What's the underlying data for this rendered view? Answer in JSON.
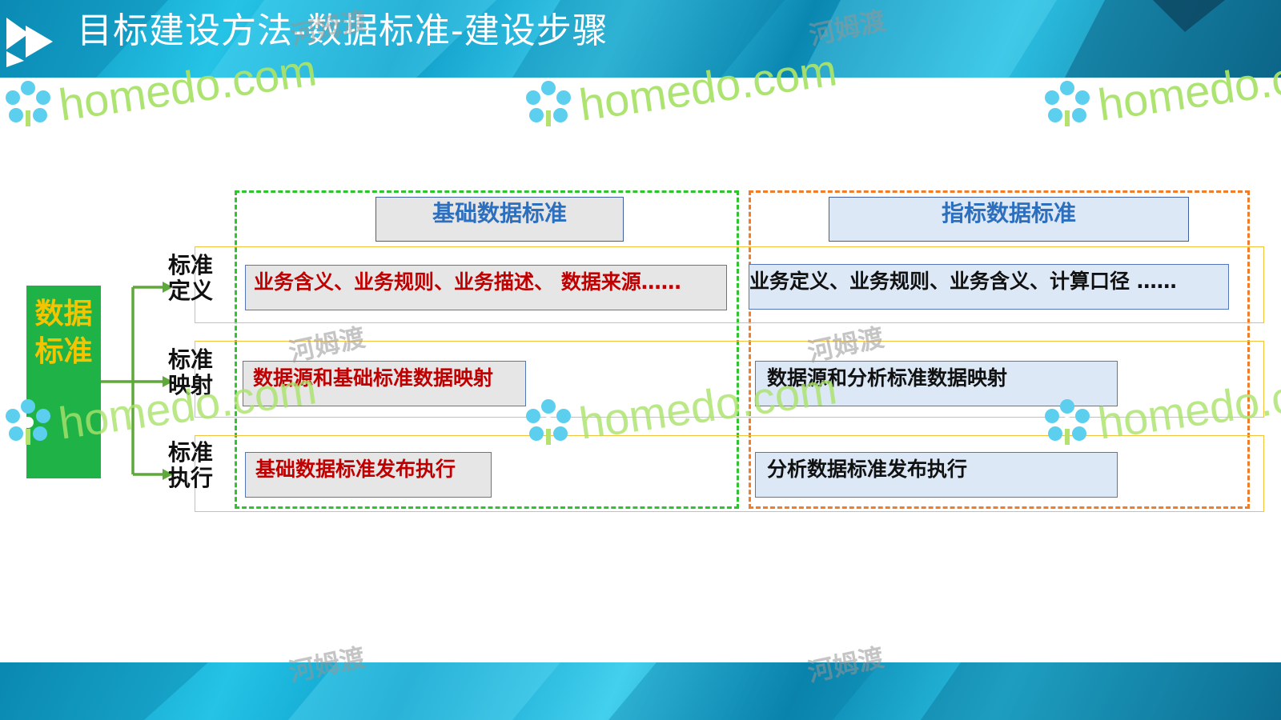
{
  "title": "目标建设方法-数据标准-建设步骤",
  "watermark": {
    "brand": "homedo.com",
    "cn": "河姆渡"
  },
  "diagram": {
    "root": "数据标准",
    "steps": [
      "标准定义",
      "标准映射",
      "标准执行"
    ],
    "columns": [
      {
        "header": "基础数据标准",
        "cells": [
          "业务含义、业务规则、业务描述、 数据来源……",
          "数据源和基础标准数据映射",
          "基础数据标准发布执行"
        ]
      },
      {
        "header": "指标数据标准",
        "cells": [
          "业务定义、业务规则、业务含义、计算口径 ……",
          "数据源和分析标准数据映射",
          "分析数据标准发布执行"
        ]
      }
    ]
  },
  "colors": {
    "root_fill": "#1fb347",
    "root_text": "#f5c400",
    "basic_border": "#2fc42f",
    "metric_border": "#ef7d2a",
    "row_border": "#f3c13a",
    "basic_text": "#c00000",
    "header_text": "#2c6fbe"
  },
  "icons": [
    "play-double-icon",
    "homedo-flower-icon"
  ]
}
